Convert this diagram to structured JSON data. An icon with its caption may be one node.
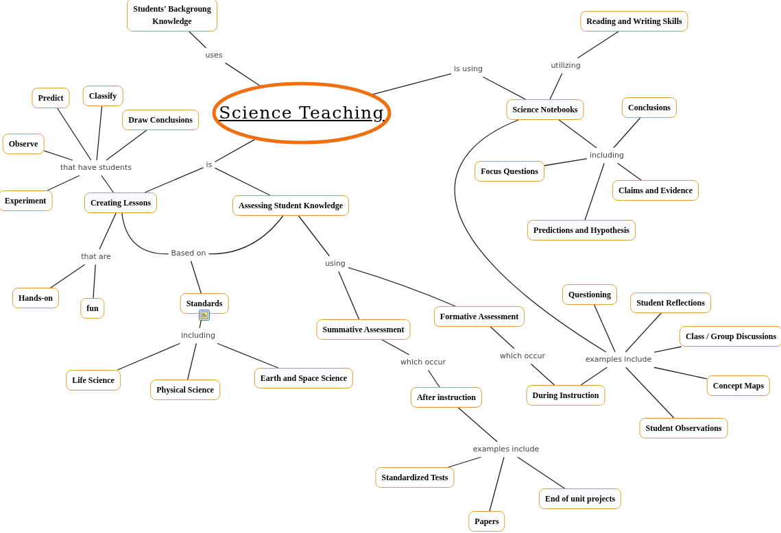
{
  "diagram": {
    "nodes": [
      {
        "text": [
          "Science Teaching"
        ]
      },
      {
        "text": [
          "Students' Backgroung Knowledge"
        ]
      },
      {
        "text": [
          "uses"
        ]
      },
      {
        "text": [
          "is using"
        ]
      },
      {
        "text": [
          "Reading and Writing Skills"
        ]
      },
      {
        "text": [
          "utilizing"
        ]
      },
      {
        "text": [
          "Science Notebooks"
        ]
      },
      {
        "text": [
          "Conclusions"
        ]
      },
      {
        "text": [
          "including"
        ]
      },
      {
        "text": [
          "Focus Questions"
        ]
      },
      {
        "text": [
          "Claims and Evidence"
        ]
      },
      {
        "text": [
          "Predictions and Hypothesis"
        ]
      },
      {
        "text": [
          "Predict"
        ]
      },
      {
        "text": [
          "Classify"
        ]
      },
      {
        "text": [
          "Draw Conclusions"
        ]
      },
      {
        "text": [
          "Observe"
        ]
      },
      {
        "text": [
          "that have students"
        ]
      },
      {
        "text": [
          "Experiment"
        ]
      },
      {
        "text": [
          "is"
        ]
      },
      {
        "text": [
          "Creating Lessons"
        ]
      },
      {
        "text": [
          "Assessing Student Knowledge"
        ]
      },
      {
        "text": [
          "that are"
        ]
      },
      {
        "text": [
          "Based on"
        ]
      },
      {
        "text": [
          "Hands-on"
        ]
      },
      {
        "text": [
          "fun"
        ]
      },
      {
        "text": [
          "Standards"
        ]
      },
      {
        "text": [
          "including"
        ]
      },
      {
        "text": [
          "Life Science"
        ]
      },
      {
        "text": [
          "Physical Science"
        ]
      },
      {
        "text": [
          "Earth and Space Science"
        ]
      },
      {
        "text": [
          "using"
        ]
      },
      {
        "text": [
          "Summative Assessment"
        ]
      },
      {
        "text": [
          "Formative Assessment"
        ]
      },
      {
        "text": [
          "which occur"
        ]
      },
      {
        "text": [
          "which occur"
        ]
      },
      {
        "text": [
          "After instruction"
        ]
      },
      {
        "text": [
          "During Instruction"
        ]
      },
      {
        "text": [
          "examples include"
        ]
      },
      {
        "text": [
          "Questioning"
        ]
      },
      {
        "text": [
          "Student Reflections"
        ]
      },
      {
        "text": [
          "Class / Group Discussions"
        ]
      },
      {
        "text": [
          "Concept Maps"
        ]
      },
      {
        "text": [
          "Student Observations"
        ]
      },
      {
        "text": [
          "examples include"
        ]
      },
      {
        "text": [
          "Standardized Tests"
        ]
      },
      {
        "text": [
          "End of unit projects"
        ]
      },
      {
        "text": [
          "Papers"
        ]
      }
    ],
    "edges": [
      {
        "from": 1,
        "to": 2,
        "arrow": "none"
      },
      {
        "from": 2,
        "to": 0,
        "arrow": "none"
      },
      {
        "from": 0,
        "to": 3,
        "arrow": "none"
      },
      {
        "from": 3,
        "to": 6,
        "arrow": "none"
      },
      {
        "from": 6,
        "to": 5,
        "arrow": "none"
      },
      {
        "from": 5,
        "to": 4,
        "arrow": "none"
      },
      {
        "from": 6,
        "to": 8,
        "arrow": "none"
      },
      {
        "from": 8,
        "to": 7,
        "arrow": "none"
      },
      {
        "from": 8,
        "to": 9,
        "arrow": "none"
      },
      {
        "from": 8,
        "to": 10,
        "arrow": "none"
      },
      {
        "from": 8,
        "to": 11,
        "arrow": "none"
      },
      {
        "from": 6,
        "to": 37,
        "arrow": "none"
      },
      {
        "from": 0,
        "to": 18,
        "arrow": "none"
      },
      {
        "from": 18,
        "to": 19,
        "arrow": "none"
      },
      {
        "from": 18,
        "to": 20,
        "arrow": "none"
      },
      {
        "from": 19,
        "to": 16,
        "arrow": "none"
      },
      {
        "from": 16,
        "to": 12,
        "arrow": "none"
      },
      {
        "from": 16,
        "to": 13,
        "arrow": "none"
      },
      {
        "from": 16,
        "to": 14,
        "arrow": "none"
      },
      {
        "from": 16,
        "to": 15,
        "arrow": "none"
      },
      {
        "from": 16,
        "to": 17,
        "arrow": "none"
      },
      {
        "from": 19,
        "to": 21,
        "arrow": "none"
      },
      {
        "from": 21,
        "to": 23,
        "arrow": "none"
      },
      {
        "from": 21,
        "to": 24,
        "arrow": "none"
      },
      {
        "from": 19,
        "to": 22,
        "arrow": "none"
      },
      {
        "from": 20,
        "to": 22,
        "arrow": "none"
      },
      {
        "from": 22,
        "to": 25,
        "arrow": "none"
      },
      {
        "from": 25,
        "to": 26,
        "arrow": "none"
      },
      {
        "from": 26,
        "to": 27,
        "arrow": "none"
      },
      {
        "from": 26,
        "to": 28,
        "arrow": "none"
      },
      {
        "from": 26,
        "to": 29,
        "arrow": "none"
      },
      {
        "from": 20,
        "to": 30,
        "arrow": "none"
      },
      {
        "from": 30,
        "to": 31,
        "arrow": "none"
      },
      {
        "from": 30,
        "to": 32,
        "arrow": "none"
      },
      {
        "from": 31,
        "to": 33,
        "arrow": "none"
      },
      {
        "from": 33,
        "to": 35,
        "arrow": "none"
      },
      {
        "from": 32,
        "to": 34,
        "arrow": "none"
      },
      {
        "from": 34,
        "to": 36,
        "arrow": "none"
      },
      {
        "from": 35,
        "to": 43,
        "arrow": "none"
      },
      {
        "from": 43,
        "to": 44,
        "arrow": "none"
      },
      {
        "from": 43,
        "to": 45,
        "arrow": "none"
      },
      {
        "from": 43,
        "to": 46,
        "arrow": "none"
      },
      {
        "from": 37,
        "to": 36,
        "arrow": "none"
      },
      {
        "from": 37,
        "to": 38,
        "arrow": "none"
      },
      {
        "from": 37,
        "to": 39,
        "arrow": "none"
      },
      {
        "from": 37,
        "to": 40,
        "arrow": "none"
      },
      {
        "from": 37,
        "to": 41,
        "arrow": "none"
      },
      {
        "from": 37,
        "to": 42,
        "arrow": "none"
      }
    ]
  }
}
